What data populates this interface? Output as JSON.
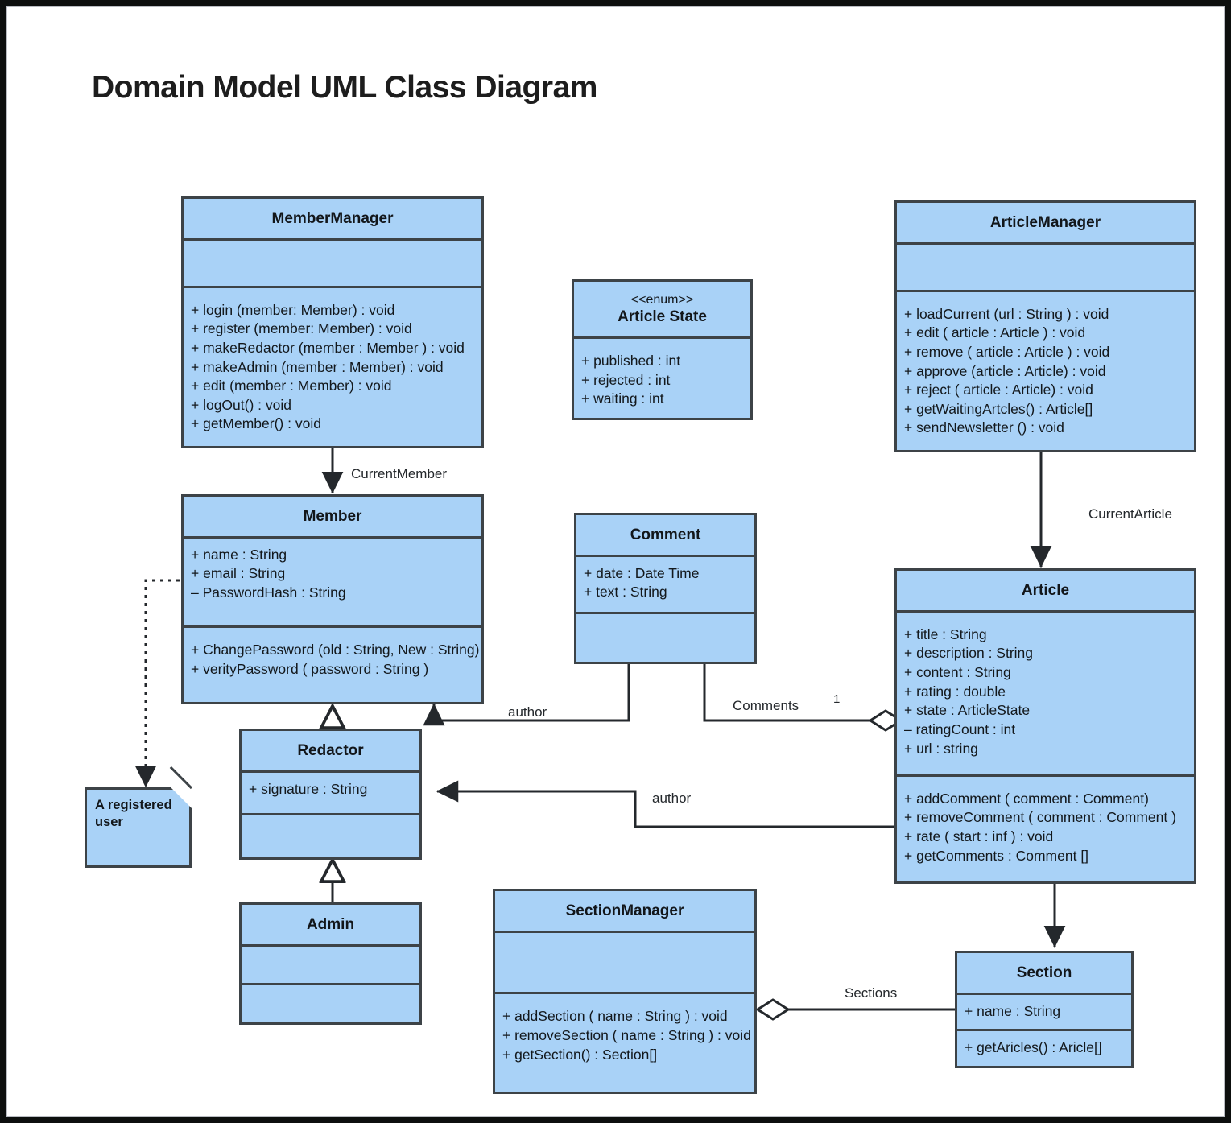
{
  "title": "Domain Model UML Class Diagram",
  "colors": {
    "class_fill": "#a9d2f7",
    "class_border": "#3d4347",
    "canvas": "#ffffff",
    "frame": "#0d0f0e",
    "text": "#13181c"
  },
  "classes": {
    "member_manager": {
      "name": "MemberManager",
      "attributes": [],
      "operations": [
        "+  login (member: Member) : void",
        "+  register (member:  Member) : void",
        "+ makeRedactor (member : Member ) : void",
        "+ makeAdmin (member : Member) : void",
        "+ edit (member : Member) : void",
        "+ logOut() : void",
        "+ getMember() : void"
      ]
    },
    "article_state": {
      "stereotype": "<<enum>>",
      "name": "Article State",
      "attributes": [
        "+  published : int",
        "+  rejected : int",
        "+  waiting : int"
      ],
      "operations": []
    },
    "article_manager": {
      "name": "ArticleManager",
      "attributes": [],
      "operations": [
        "+ loadCurrent (url : String ) : void",
        "+ edit ( article : Article ) : void",
        "+ remove ( article : Article ) : void",
        "+ approve (article : Article) : void",
        "+ reject ( article : Article) : void",
        "+ getWaitingArtcles() : Article[]",
        "+ sendNewsletter () : void"
      ]
    },
    "member": {
      "name": "Member",
      "attributes": [
        "+ name : String",
        "+  email : String",
        "–  PasswordHash : String"
      ],
      "operations": [
        "+  ChangePassword (old : String, New : String)",
        "+  verityPassword ( password : String )"
      ]
    },
    "comment": {
      "name": "Comment",
      "attributes": [
        "+  date : Date Time",
        "+  text : String"
      ],
      "operations": []
    },
    "article": {
      "name": "Article",
      "attributes": [
        "+ title : String",
        "+ description : String",
        "+ content : String",
        "+ rating : double",
        "+ state : ArticleState",
        "–  ratingCount : int",
        "+ url : string"
      ],
      "operations": [
        "+ addComment ( comment : Comment)",
        "+ removeComment ( comment : Comment )",
        "+ rate ( start : inf ) : void",
        "+ getComments : Comment []"
      ]
    },
    "redactor": {
      "name": "Redactor",
      "attributes": [
        "+ signature : String"
      ],
      "operations": []
    },
    "admin": {
      "name": "Admin",
      "attributes": [],
      "operations": []
    },
    "section_manager": {
      "name": "SectionManager",
      "attributes": [],
      "operations": [
        "+ addSection ( name : String ) : void",
        "+ removeSection ( name : String ) : void",
        "+ getSection() : Section[]"
      ]
    },
    "section": {
      "name": "Section",
      "attributes": [
        "+ name : String"
      ],
      "operations": [
        "+ getAricles() : Aricle[]"
      ]
    }
  },
  "note": {
    "text": "A registered user"
  },
  "edge_labels": {
    "current_member": "CurrentMember",
    "current_article": "CurrentArticle",
    "author_comment": "author",
    "comments": "Comments",
    "comments_multiplicity": "1",
    "author_article": "author",
    "sections": "Sections"
  }
}
